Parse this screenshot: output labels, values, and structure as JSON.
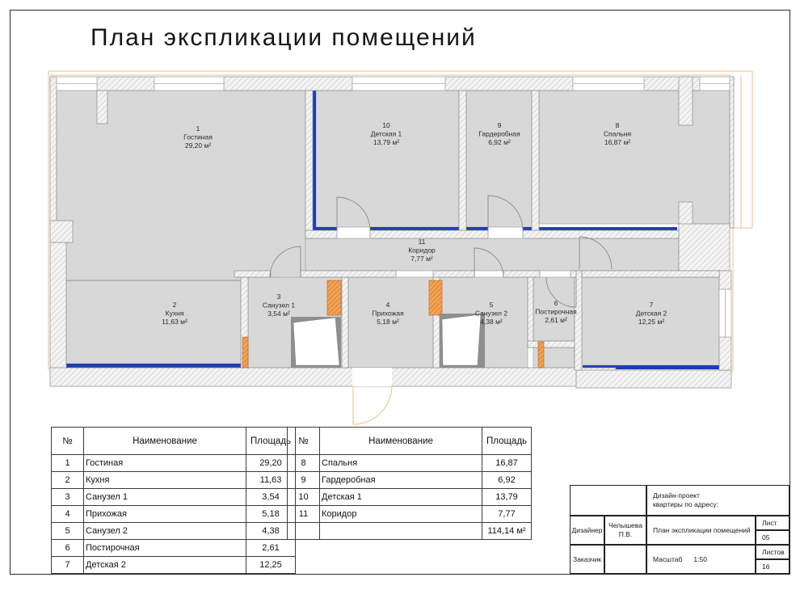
{
  "title": "План экспликации помещений",
  "plan": {
    "rooms": [
      {
        "num": "1",
        "name": "Гостиная",
        "area": "29,20 м²"
      },
      {
        "num": "2",
        "name": "Кухня",
        "area": "11,63 м²"
      },
      {
        "num": "3",
        "name": "Санузел 1",
        "area": "3,54 м²"
      },
      {
        "num": "4",
        "name": "Прихожая",
        "area": "5,18 м²"
      },
      {
        "num": "5",
        "name": "Санузел 2",
        "area": "4,38 м²"
      },
      {
        "num": "6",
        "name": "Постирочная",
        "area": "2,61 м²"
      },
      {
        "num": "7",
        "name": "Детская 2",
        "area": "12,25 м²"
      },
      {
        "num": "8",
        "name": "Спальня",
        "area": "16,87 м²"
      },
      {
        "num": "9",
        "name": "Гардеробная",
        "area": "6,92 м²"
      },
      {
        "num": "10",
        "name": "Детская 1",
        "area": "13,79 м²"
      },
      {
        "num": "11",
        "name": "Коридор",
        "area": "7,77 м²"
      }
    ]
  },
  "tables": {
    "headers": [
      "№",
      "Наименование",
      "Площадь"
    ],
    "left": {
      "rows": [
        [
          "1",
          "Гостиная",
          "29,20"
        ],
        [
          "2",
          "Кухня",
          "11,63"
        ],
        [
          "3",
          "Санузел 1",
          "3,54"
        ],
        [
          "4",
          "Прихожая",
          "5,18"
        ],
        [
          "5",
          "Санузел 2",
          "4,38"
        ],
        [
          "6",
          "Постирочная",
          "2,61"
        ],
        [
          "7",
          "Детская 2",
          "12,25"
        ]
      ]
    },
    "right": {
      "rows": [
        [
          "8",
          "Спальня",
          "16,87"
        ],
        [
          "9",
          "Гардеробная",
          "6,92"
        ],
        [
          "10",
          "Детская 1",
          "13,79"
        ],
        [
          "11",
          "Коридор",
          "7,77"
        ]
      ],
      "total_area": "114,14 м²"
    }
  },
  "titleblock": {
    "project_line1": "Дизайн-проект",
    "project_line2": "квартиры по адресу:",
    "designer_label": "Дизайнер",
    "designer_name": "Челышева П.В.",
    "sheet_title": "План экспликации помещений",
    "sheet_label": "Лист",
    "sheet_number": "05",
    "client_label": "Заказчик",
    "client_name": "",
    "scale_label": "Масштаб",
    "scale_value": "1:50",
    "sheets_label": "Листов",
    "sheets_count": "16"
  },
  "colors": {
    "accent_blue": "#1e3cb4",
    "shaft_orange": "#ea943e",
    "facade_tan": "#f2c9a0",
    "room_fill": "#d8d8d8"
  }
}
